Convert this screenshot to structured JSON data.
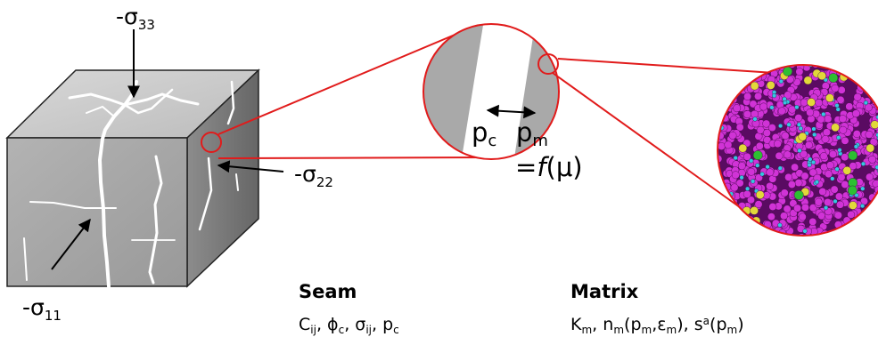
{
  "labels": {
    "sigma33": {
      "base": "-σ",
      "sub": "33"
    },
    "sigma22": {
      "base": "-σ",
      "sub": "22"
    },
    "sigma11": {
      "base": "-σ",
      "sub": "11"
    },
    "pc": {
      "base": "p",
      "sub": "c"
    },
    "pm": {
      "base": "p",
      "sub": "m"
    },
    "func": {
      "eq": "=",
      "f": "f",
      "arg": "(μ)"
    }
  },
  "seam": {
    "title": "Seam",
    "params": [
      {
        "base": "C",
        "sub": "ij"
      },
      {
        "base": "ϕ",
        "sub": "c"
      },
      {
        "base": "σ",
        "sub": "ij"
      },
      {
        "base": "p",
        "sub": "c"
      }
    ],
    "sep": ", "
  },
  "matrix": {
    "title": "Matrix",
    "k": {
      "base": "K",
      "sub": "m"
    },
    "n": {
      "base": "n",
      "sub": "m",
      "open": "(",
      "p": "p",
      "p_sub": "m",
      "comma": ",",
      "eps": "ε",
      "eps_sub": "m",
      "close": ")"
    },
    "s": {
      "base": "s",
      "sup": "a",
      "open": "(",
      "p": "p",
      "p_sub": "m",
      "close": ")"
    },
    "sep": ", "
  },
  "colors": {
    "cube_front": "#a6a6a6",
    "cube_top": "#c9c9c9",
    "cube_side": "#7a7a7a",
    "crack": "#ffffff",
    "highlight": "#e11b1b",
    "zoom_gray": "#a9a9a9",
    "molecule_magenta": "#d033d6",
    "molecule_dark": "#5a0b62",
    "molecule_cyan": "#35c6e0",
    "molecule_yellow": "#e2d83a",
    "molecule_green": "#2dbf32"
  }
}
